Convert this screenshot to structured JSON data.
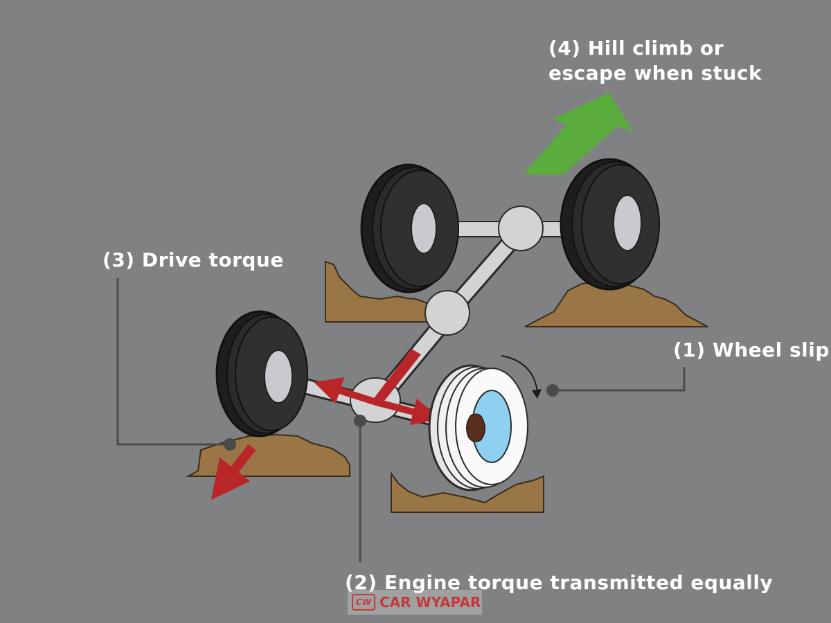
{
  "labels": {
    "hill_line1": "(4) Hill climb or",
    "hill_line2": "escape when stuck",
    "drive": "(3) Drive torque",
    "slip": "(1) Wheel slip",
    "engine": "(2) Engine torque transmitted equally"
  },
  "watermark": {
    "logo": "CW",
    "brand_a": "CAR ",
    "brand_b": "WYAPAR"
  },
  "colors": {
    "background": "#808182",
    "tire": "#2b2b2c",
    "hub": "#c9cacd",
    "axle": "#d2d3d5",
    "dirt": "#9a7545",
    "torque_arrow": "#b8262a",
    "climb_arrow": "#5aac3c",
    "slip_wheel": "#f2f2f2",
    "slip_hub": "#8fd0f0",
    "leader": "#4a4a4b"
  }
}
